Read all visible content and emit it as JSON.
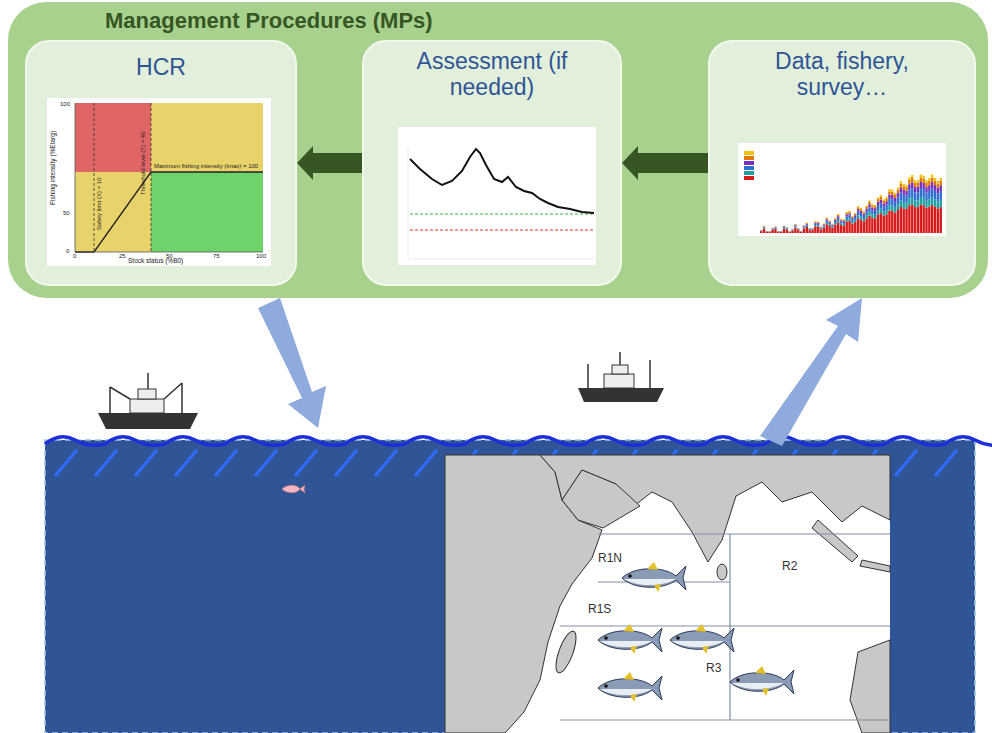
{
  "diagram": {
    "nodes": [
      {
        "text": [
          "Management Procedures (MPs)"
        ]
      },
      {
        "text": [
          "HCR"
        ],
        "in": 0
      },
      {
        "text": [
          "Assessment (if needed)"
        ],
        "in": 0
      },
      {
        "text": [
          "Data, fishery, survey…"
        ],
        "in": 0
      }
    ],
    "edges": [
      {
        "from": 3,
        "to": 2,
        "arrow": "to"
      },
      {
        "from": 2,
        "to": 1,
        "arrow": "to"
      }
    ],
    "labels": [
      "Fishing intensity (%Etarg)",
      "Stock status (%B0)",
      "Maximum fishing intensity (Imax) = 100",
      "Safety limit (X) = 10",
      "Threshold level (T) = 40",
      "0",
      "50",
      "100",
      "0",
      "25",
      "50",
      "75",
      "100",
      "R1N",
      "R1S",
      "R2",
      "R3"
    ]
  }
}
